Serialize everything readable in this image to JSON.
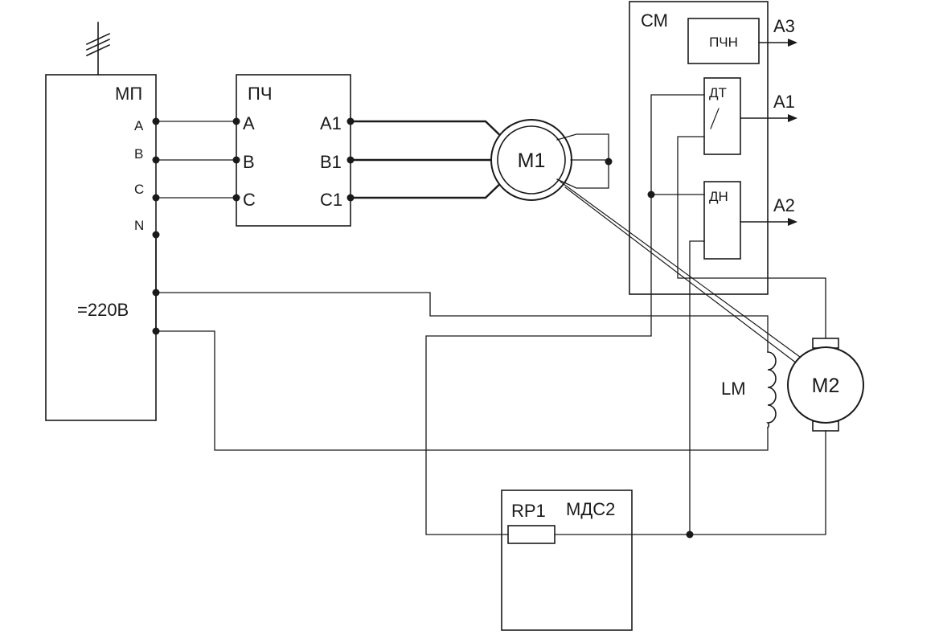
{
  "blocks": {
    "mp": "МП",
    "pch": "ПЧ",
    "sm": "СМ",
    "pchn": "ПЧН",
    "dt": "ДТ",
    "dn": "ДН",
    "mds2": "МДС2",
    "rp1": "RP1"
  },
  "mp_terminals": {
    "a": "A",
    "b": "B",
    "c": "C",
    "n": "N",
    "dc": "=220B"
  },
  "pch_inputs": {
    "a": "A",
    "b": "B",
    "c": "C"
  },
  "pch_outputs": {
    "a1": "A1",
    "b1": "B1",
    "c1": "C1"
  },
  "motors": {
    "m1": "M1",
    "m2": "M2"
  },
  "field_winding": "LM",
  "outputs": {
    "a1": "A1",
    "a2": "A2",
    "a3": "A3"
  }
}
